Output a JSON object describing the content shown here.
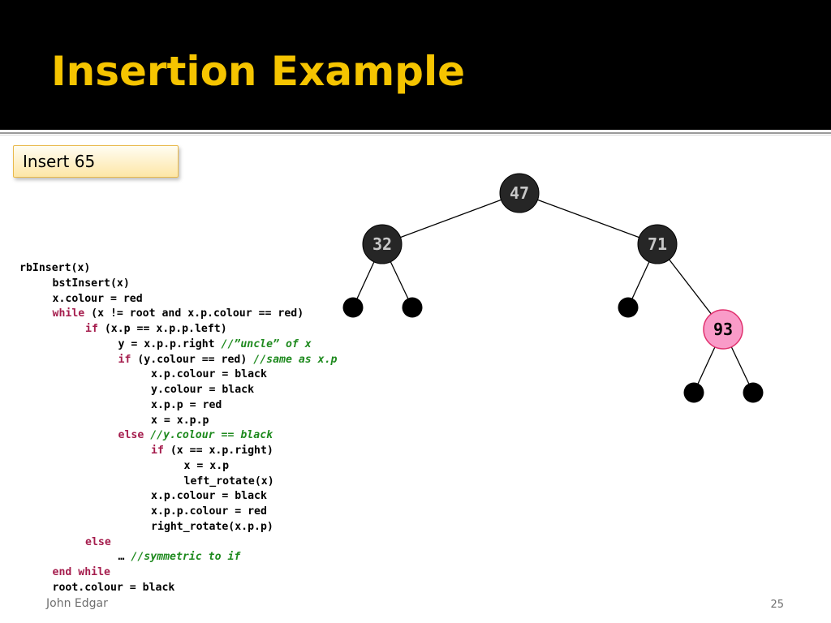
{
  "slide": {
    "title": "Insertion Example",
    "callout": "Insert 65",
    "author": "John Edgar",
    "page_number": "25"
  },
  "colors": {
    "title_text": "#f5c400",
    "title_background": "#000000",
    "callout_fill_top": "#fffdf2",
    "callout_fill_bottom": "#fde6a6",
    "keyword": "#a51d4d",
    "comment": "#1e8a1e",
    "black_node": "#262626",
    "red_node": "#f99bc8",
    "red_node_border": "#e0316e",
    "nil_leaf": "#000000"
  },
  "tree": {
    "nodes": [
      {
        "id": "n47",
        "label": "47",
        "color": "black"
      },
      {
        "id": "n32",
        "label": "32",
        "color": "black"
      },
      {
        "id": "n71",
        "label": "71",
        "color": "black"
      },
      {
        "id": "n93",
        "label": "93",
        "color": "red"
      }
    ],
    "edges": [
      [
        "n47",
        "n32"
      ],
      [
        "n47",
        "n71"
      ],
      [
        "n32",
        "nil-a"
      ],
      [
        "n32",
        "nil-b"
      ],
      [
        "n71",
        "nil-c"
      ],
      [
        "n71",
        "n93"
      ],
      [
        "n93",
        "nil-d"
      ],
      [
        "n93",
        "nil-e"
      ]
    ]
  },
  "code": [
    [
      {
        "t": "rbInsert(x)"
      }
    ],
    [
      {
        "t": "bstInsert(x)"
      }
    ],
    [
      {
        "t": "x.colour = red"
      }
    ],
    [
      {
        "t": "while",
        "k": "kw"
      },
      {
        "t": " (x != root and x.p.colour == red)"
      }
    ],
    [
      {
        "t": "if",
        "k": "kw"
      },
      {
        "t": " (x.p == x.p.p.left)"
      }
    ],
    [
      {
        "t": "y = x.p.p.right "
      },
      {
        "t": "//”uncle” of x",
        "k": "cm"
      }
    ],
    [
      {
        "t": "if",
        "k": "kw"
      },
      {
        "t": " (y.colour == red) "
      },
      {
        "t": "//same as x.p",
        "k": "cm"
      }
    ],
    [
      {
        "t": "x.p.colour = black"
      }
    ],
    [
      {
        "t": "y.colour = black"
      }
    ],
    [
      {
        "t": "x.p.p = red"
      }
    ],
    [
      {
        "t": "x = x.p.p"
      }
    ],
    [
      {
        "t": "else",
        "k": "kw"
      },
      {
        "t": " "
      },
      {
        "t": "//y.colour == black",
        "k": "cm"
      }
    ],
    [
      {
        "t": "if",
        "k": "kw"
      },
      {
        "t": " (x == x.p.right)"
      }
    ],
    [
      {
        "t": "x = x.p"
      }
    ],
    [
      {
        "t": "left_rotate(x)"
      }
    ],
    [
      {
        "t": "x.p.colour = black"
      }
    ],
    [
      {
        "t": "x.p.p.colour = red"
      }
    ],
    [
      {
        "t": "right_rotate(x.p.p)"
      }
    ],
    [
      {
        "t": "else",
        "k": "kw"
      }
    ],
    [
      {
        "t": "… "
      },
      {
        "t": "//symmetric to if",
        "k": "cm"
      }
    ],
    [
      {
        "t": "end while",
        "k": "kw"
      }
    ],
    [
      {
        "t": "root.colour = black"
      }
    ]
  ]
}
